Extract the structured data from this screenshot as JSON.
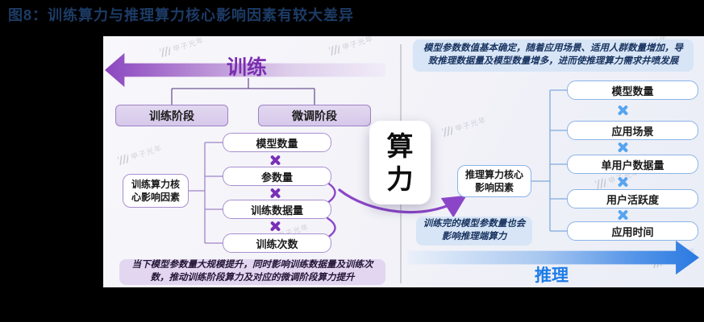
{
  "title": "图8：训练算力与推理算力核心影响因素有较大差异",
  "watermark": "甲子光年",
  "colors": {
    "title_navy": "#1d3b66",
    "training_purple": "#7b2fb0",
    "inference_blue": "#1e7ce8"
  },
  "icons": {
    "multiply": "✖",
    "watermark_logo": "tally-bars"
  },
  "center": {
    "label_char1": "算",
    "label_char2": "力"
  },
  "training": {
    "direction_label": "训练",
    "stages": [
      "训练阶段",
      "微调阶段"
    ],
    "source_label_line1": "训练算力核",
    "source_label_line2": "心影响因素",
    "factors": [
      "模型数量",
      "参数量",
      "训练数据量",
      "训练次数"
    ],
    "note": "当下模型参数量大规模提升，同时影响训练数据量及训练次数，推动训练阶段算力及对应的微调阶段算力提升"
  },
  "inference": {
    "direction_label": "推理",
    "top_note": "模型参数数值基本确定，随着应用场景、适用人群数量增加，导致推理数据量及模型数量增多，进而使推理算力需求井喷发展",
    "source_label_line1": "推理算力核心",
    "source_label_line2": "影响因素",
    "factors": [
      "模型数量",
      "应用场景",
      "单用户数据量",
      "用户活跃度",
      "应用时间"
    ],
    "note": "训练完的模型参数量也会影响推理端算力"
  }
}
